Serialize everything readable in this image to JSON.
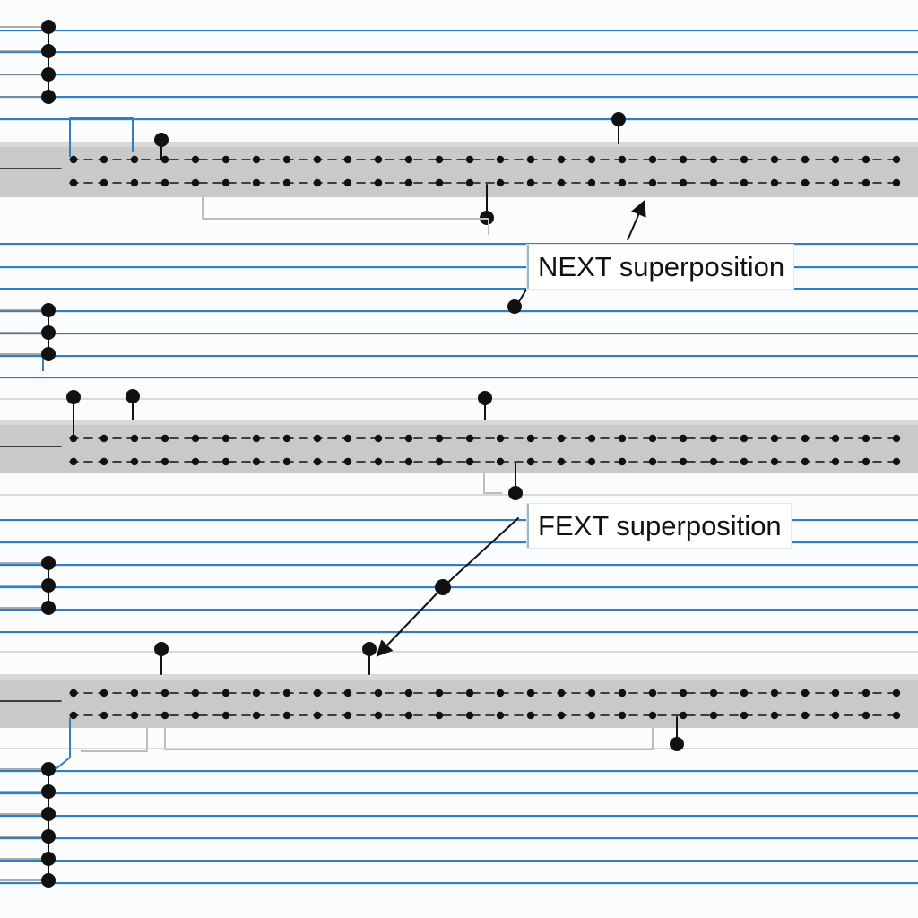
{
  "labels": {
    "next": "NEXT superposition",
    "fext": "FEXT superposition"
  },
  "colors": {
    "background": "#fbfcfd",
    "wire_blue": "#2f7fc1",
    "wire_gray": "#9a9a9a",
    "band_gray": "#c9c9c9",
    "node_black": "#111111",
    "label_text": "#111111"
  },
  "structure": {
    "band_count": 3,
    "dashed_rows_per_band": 2,
    "dots_per_dashed_row": 28,
    "left_terminal_groups": [
      4,
      3,
      3,
      6
    ]
  }
}
